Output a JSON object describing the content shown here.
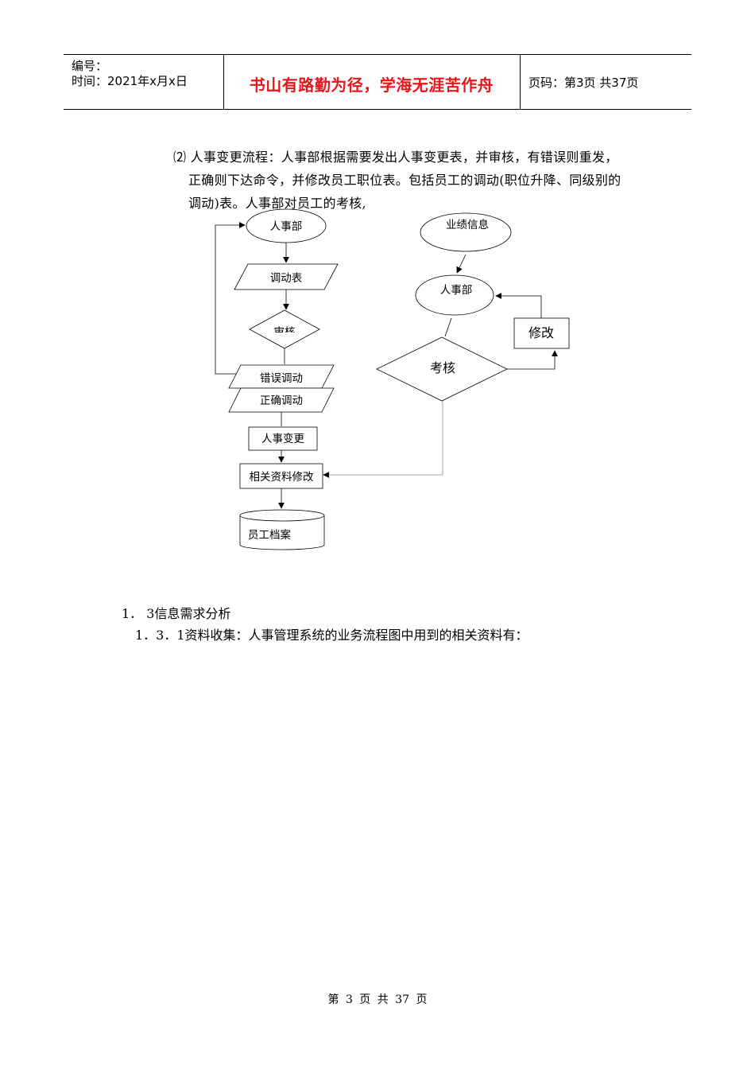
{
  "header": {
    "number_label": "编号：",
    "date_line": "时间：2021年x月x日",
    "motto": "书山有路勤为径，学海无涯苦作舟",
    "page_info": "页码：第3页  共37页"
  },
  "body": {
    "para_line1": "⑵ 人事变更流程：人事部根据需要发出人事变更表，并审核，有错误则重发，",
    "para_line2": "正确则下达命令，并修改员工职位表。包括员工的调动(职位升降、同级别的",
    "para_line3": "调动)表。人事部对员工的考核,"
  },
  "flowchart": {
    "hr_dept": "人事部",
    "transfer_form": "调动表",
    "review": "审核",
    "wrong_transfer": "错误调动",
    "correct_transfer": "正确调动",
    "personnel_change": "人事变更",
    "modify_records": "相关资料修改",
    "employee_archive": "员工档案",
    "performance_info": "业绩信息",
    "hr_dept2": "人事部",
    "modify": "修改",
    "assessment": "考核"
  },
  "sections": {
    "s1": "1． 3信息需求分析",
    "s2": "1．3．1资料收集：人事管理系统的业务流程图中用到的相关资料有："
  },
  "footer": {
    "text": "第 3 页 共 37 页"
  }
}
